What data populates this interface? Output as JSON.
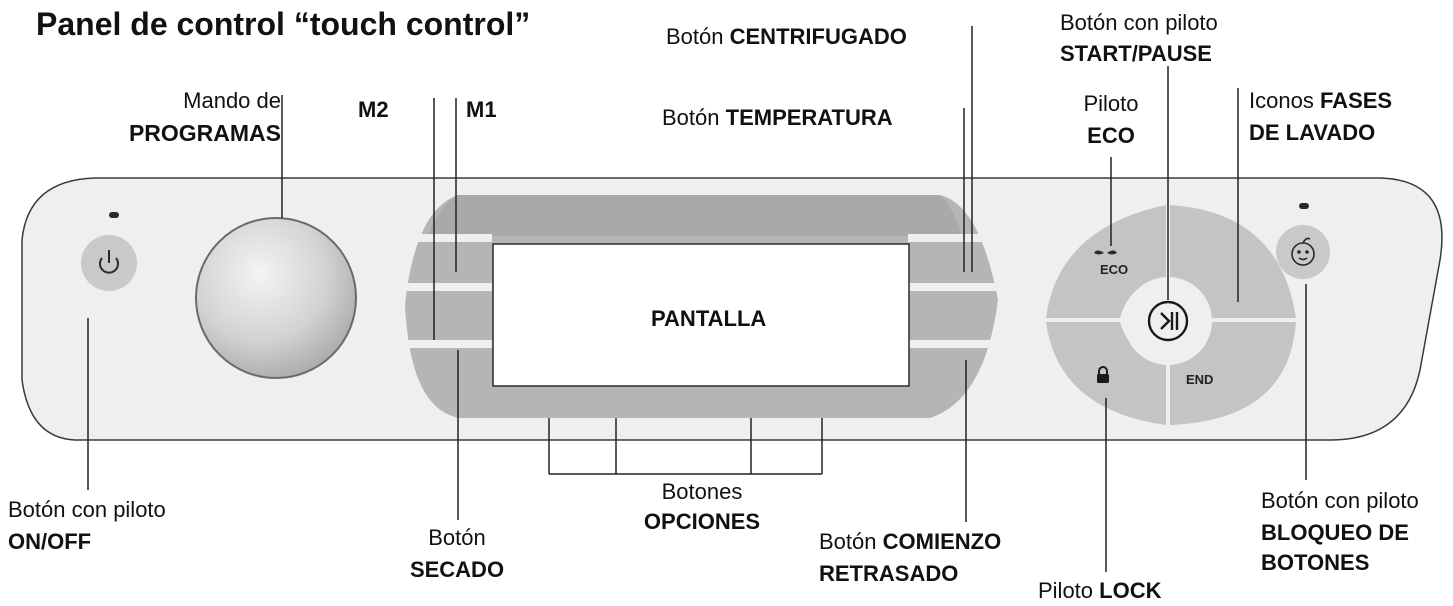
{
  "title": "Panel de control “touch control”",
  "labels": {
    "programas": {
      "line1": "Mando de",
      "line2": "PROGRAMAS"
    },
    "m2": "M2",
    "m1": "M1",
    "centrifugado": {
      "prefix": "Botón",
      "bold": "CENTRIFUGADO"
    },
    "temperatura": {
      "prefix": "Botón",
      "bold": "TEMPERATURA"
    },
    "start": {
      "line1": "Botón con piloto",
      "line2": "START/PAUSE"
    },
    "eco": {
      "line1": "Piloto",
      "line2": "ECO"
    },
    "fases": {
      "prefix": "Iconos",
      "bold1": "FASES",
      "bold2": "DE LAVADO"
    },
    "onoff": {
      "line1": "Botón con piloto",
      "line2": "ON/OFF"
    },
    "secado": {
      "line1": "Botón",
      "line2": "SECADO"
    },
    "opciones": {
      "line1": "Botones",
      "line2": "OPCIONES"
    },
    "comienzo": {
      "prefix": "Botón",
      "bold1": "COMIENZO",
      "bold2": "RETRASADO"
    },
    "lock": {
      "prefix": "Piloto",
      "bold": "LOCK"
    },
    "bloqueo": {
      "line1": "Botón con piloto",
      "line2a": "BLOQUEO DE",
      "line2b": "BOTONES"
    }
  },
  "display": {
    "text": "PANTALLA"
  },
  "buttons": {
    "eco": "ECO",
    "end": "END"
  },
  "icons": [
    "power-icon",
    "leaf-icon",
    "play-pause-icon",
    "lock-icon",
    "baby-face-icon"
  ],
  "colors": {
    "panel_fill": "#efefef",
    "panel_stroke": "#3a3a3a",
    "grey_area": "#b5b5b5",
    "button": "#c4c4c4",
    "line": "#222222"
  }
}
